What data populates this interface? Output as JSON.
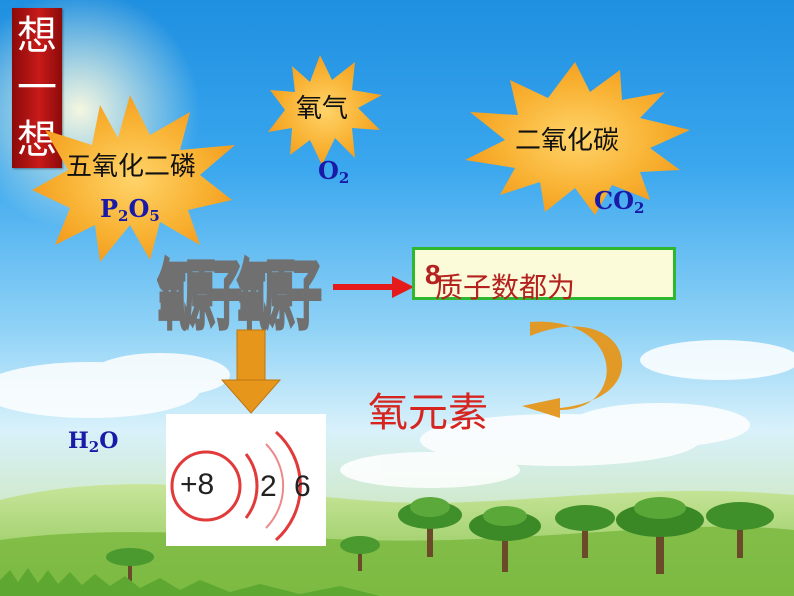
{
  "sidebar": {
    "chars": [
      "想",
      "一",
      "想"
    ]
  },
  "bursts": {
    "p2o5": {
      "name": "五氧化二磷",
      "formula": {
        "p1": "P",
        "s1": "2",
        "p2": "O",
        "s2": "5"
      }
    },
    "o2": {
      "name": "氧气",
      "formula": {
        "p1": "O",
        "s1": "2"
      }
    },
    "co2": {
      "name": "二氧化碳",
      "formula": {
        "p1": "CO",
        "s1": "2"
      }
    }
  },
  "stretched_label": "氧原子氧原子",
  "result_box": {
    "text": "质子数都为",
    "number": "8"
  },
  "element_label": "氧元素",
  "water": {
    "p1": "H",
    "s1": "2",
    "p2": "O"
  },
  "atom": {
    "nucleus": "+8",
    "shell1": "2",
    "shell2": "6"
  },
  "colors": {
    "burst_fill": "#f6a21c",
    "burst_inner": "#ffd46a",
    "arrow_red": "#e51b1b",
    "arrow_orange": "#e5961b",
    "atom_red": "#e23a3a"
  }
}
